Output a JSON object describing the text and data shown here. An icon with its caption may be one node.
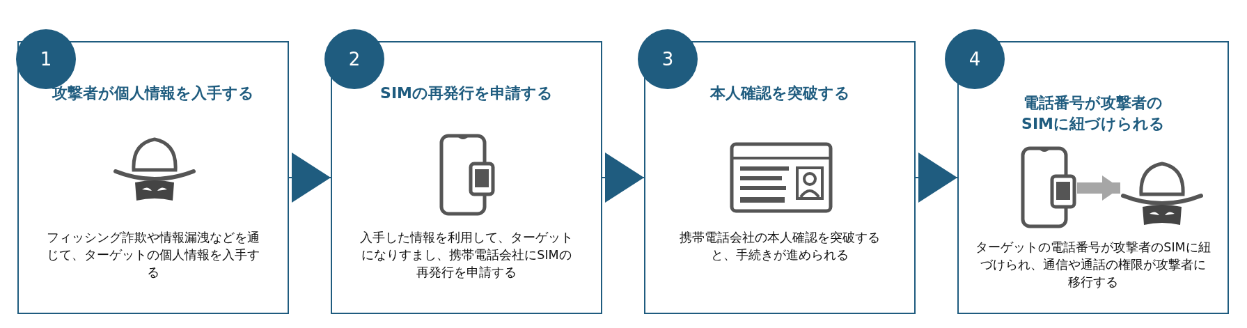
{
  "diagram": {
    "nodes": [
      {
        "text": [
          "1"
        ]
      },
      {
        "text": [
          "攻撃者が個人情報を入手する",
          "フィッシング詐欺や情報漏洩などを通じて、ターゲットの個人情報を入手する"
        ]
      },
      {
        "text": [
          "2"
        ]
      },
      {
        "text": [
          "SIMの再発行を申請する",
          "入手した情報を利用して、ターゲットになりすまし、携帯電話会社にSIMの再発行を申請する"
        ]
      },
      {
        "text": [
          "3"
        ]
      },
      {
        "text": [
          "本人確認を突破する",
          "携帯電話会社の本人確認を突破すると、手続きが進められる"
        ]
      },
      {
        "text": [
          "4"
        ]
      },
      {
        "text": [
          "電話番号が攻撃者のSIMに紐づけられる",
          "ターゲットの電話番号が攻撃者のSIMに紐づけられ、通信や通話の権限が攻撃者に移行する"
        ]
      },
      {
        "text": [],
        "shape": "phone",
        "in": 7
      },
      {
        "text": [],
        "shape": "person",
        "in": 7
      }
    ],
    "edges": [
      {
        "from": 1,
        "to": 3,
        "arrow": "to"
      },
      {
        "from": 3,
        "to": 5,
        "arrow": "to"
      },
      {
        "from": 5,
        "to": 7,
        "arrow": "to"
      },
      {
        "from": 8,
        "to": 9,
        "arrow": "to",
        "style": "thick",
        "color": "#a6a6a6"
      }
    ]
  }
}
